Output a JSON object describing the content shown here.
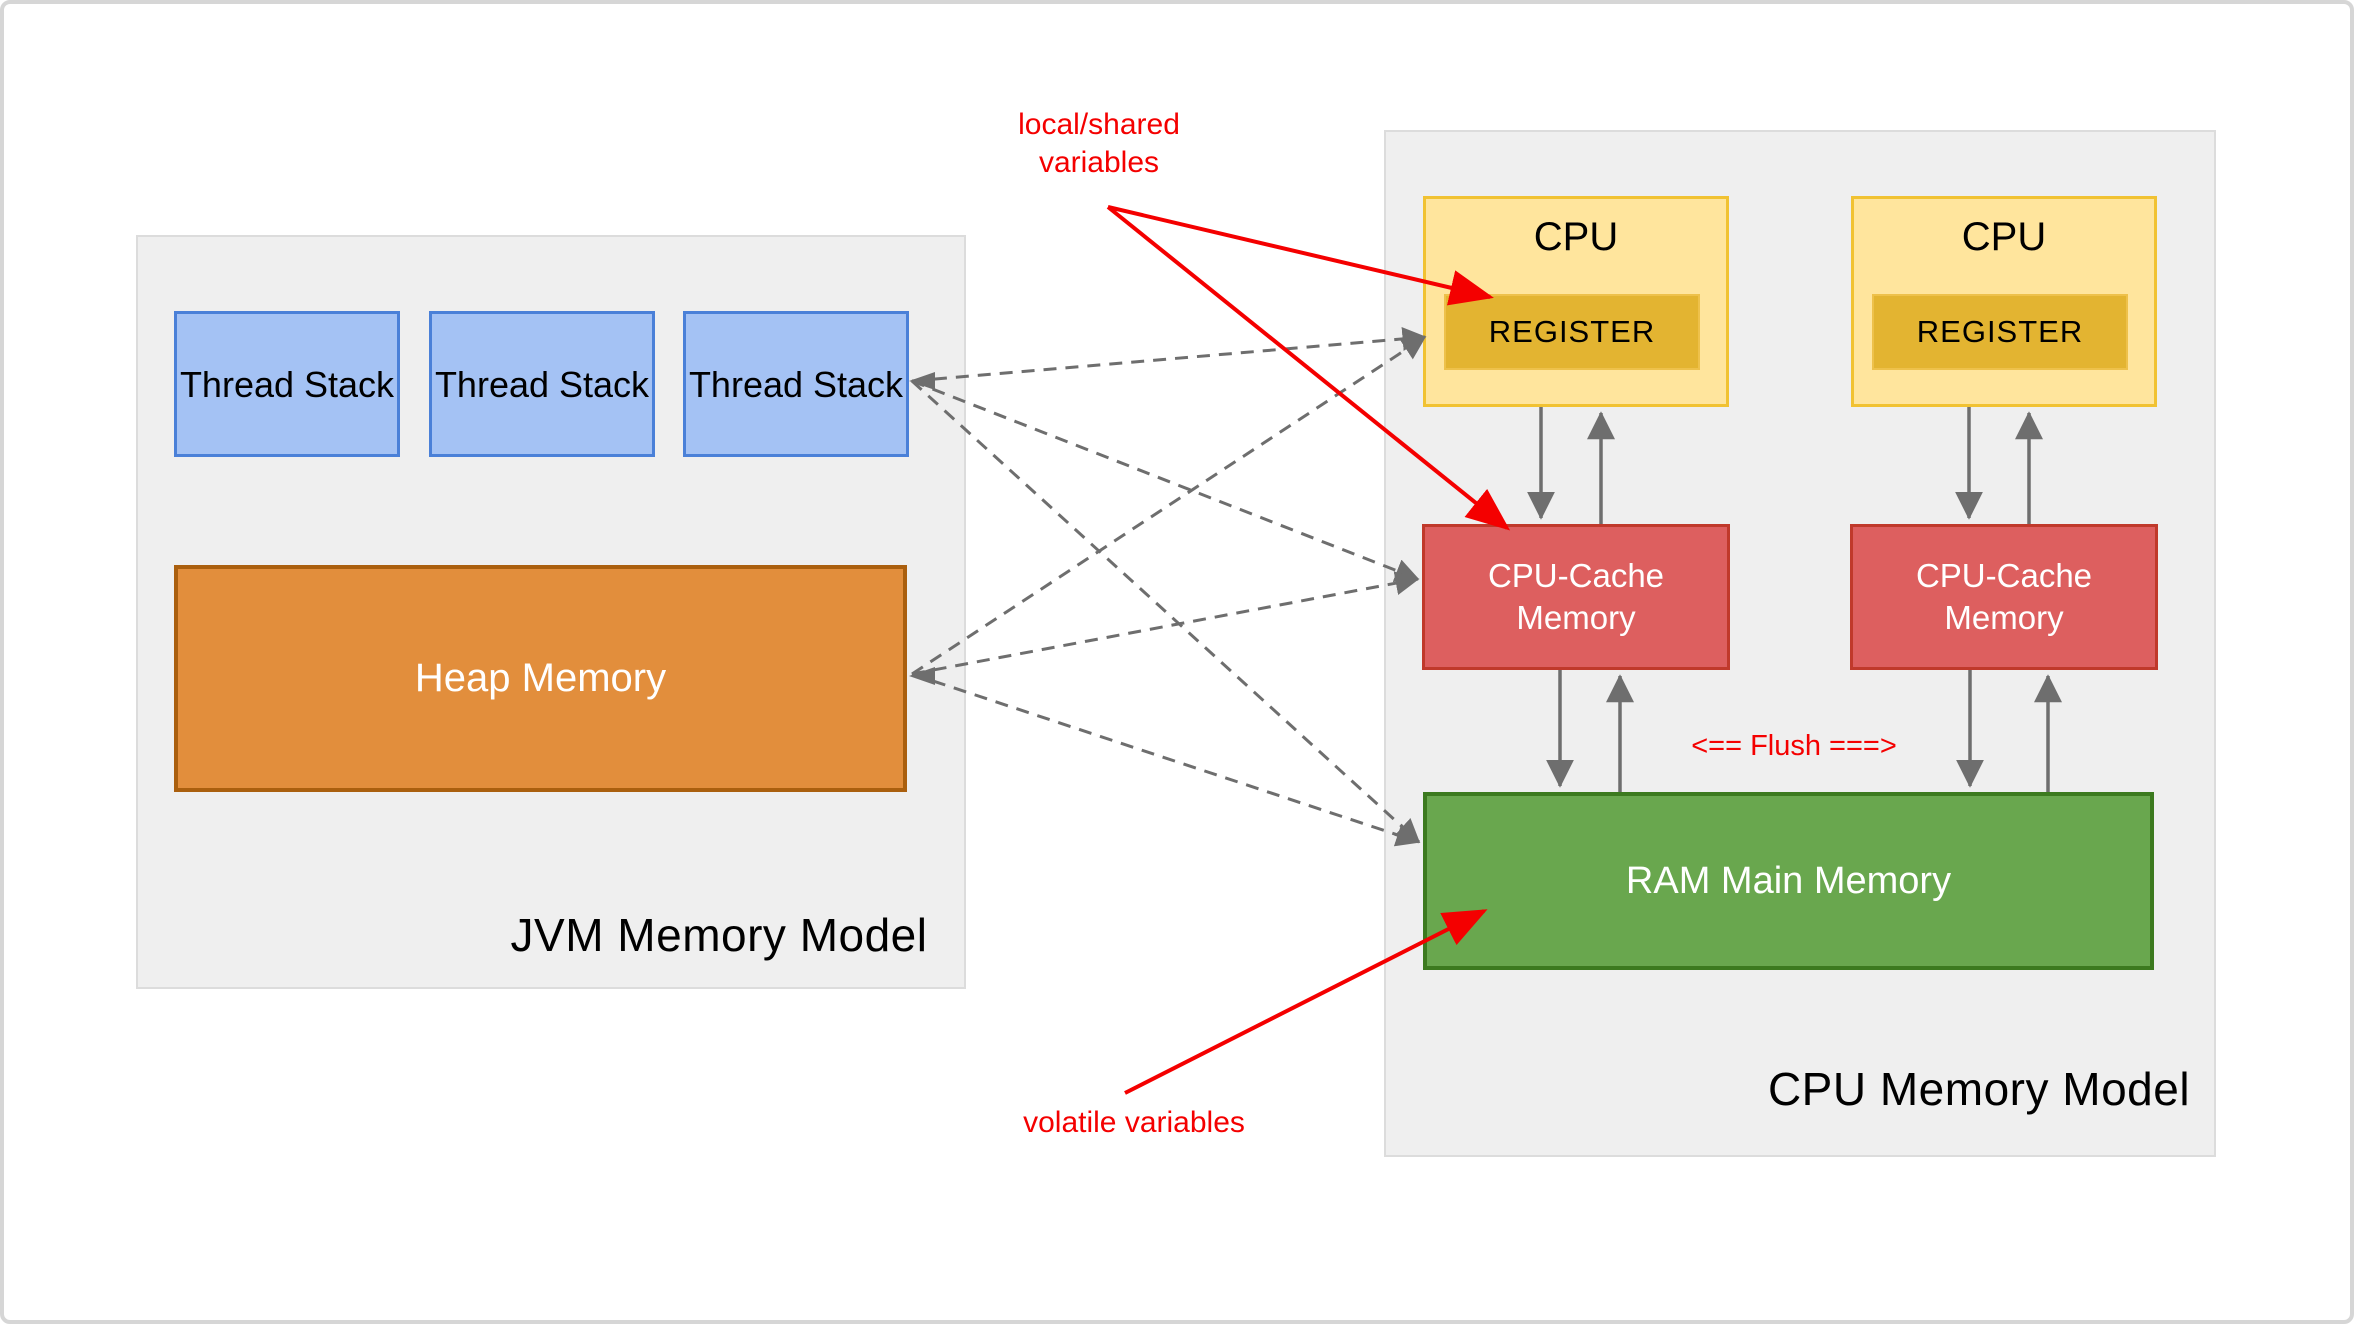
{
  "jvm_model": {
    "title": "JVM Memory Model",
    "thread_stacks": [
      "Thread Stack",
      "Thread Stack",
      "Thread Stack"
    ],
    "heap_label": "Heap Memory"
  },
  "cpu_model": {
    "title": "CPU Memory Model",
    "cpus": [
      {
        "label": "CPU",
        "register_label": "REGISTER",
        "cache_label": "CPU-Cache Memory"
      },
      {
        "label": "CPU",
        "register_label": "REGISTER",
        "cache_label": "CPU-Cache Memory"
      }
    ],
    "ram_label": "RAM Main Memory",
    "flush_label": "<== Flush ===>"
  },
  "annotations": {
    "local_shared_variables": "local/shared variables",
    "volatile_variables": "volatile variables"
  },
  "colors": {
    "frame_border": "#d6d6d6",
    "panel_fill": "#efefef",
    "panel_border": "#dcdcdc",
    "thread_fill": "#a4c2f4",
    "thread_border": "#4a80d8",
    "heap_fill": "#e28e3c",
    "heap_border": "#aa5f0e",
    "cpu_fill": "#ffe59d",
    "cpu_border": "#f1c232",
    "register_fill": "#e3b431",
    "register_border": "#eec14b",
    "cache_fill": "#dd5f5f",
    "cache_border": "#c0392b",
    "ram_fill": "#69a74e",
    "ram_border": "#3c7a1f",
    "arrow_gray": "#6e6e6e",
    "arrow_red": "#f40000"
  }
}
